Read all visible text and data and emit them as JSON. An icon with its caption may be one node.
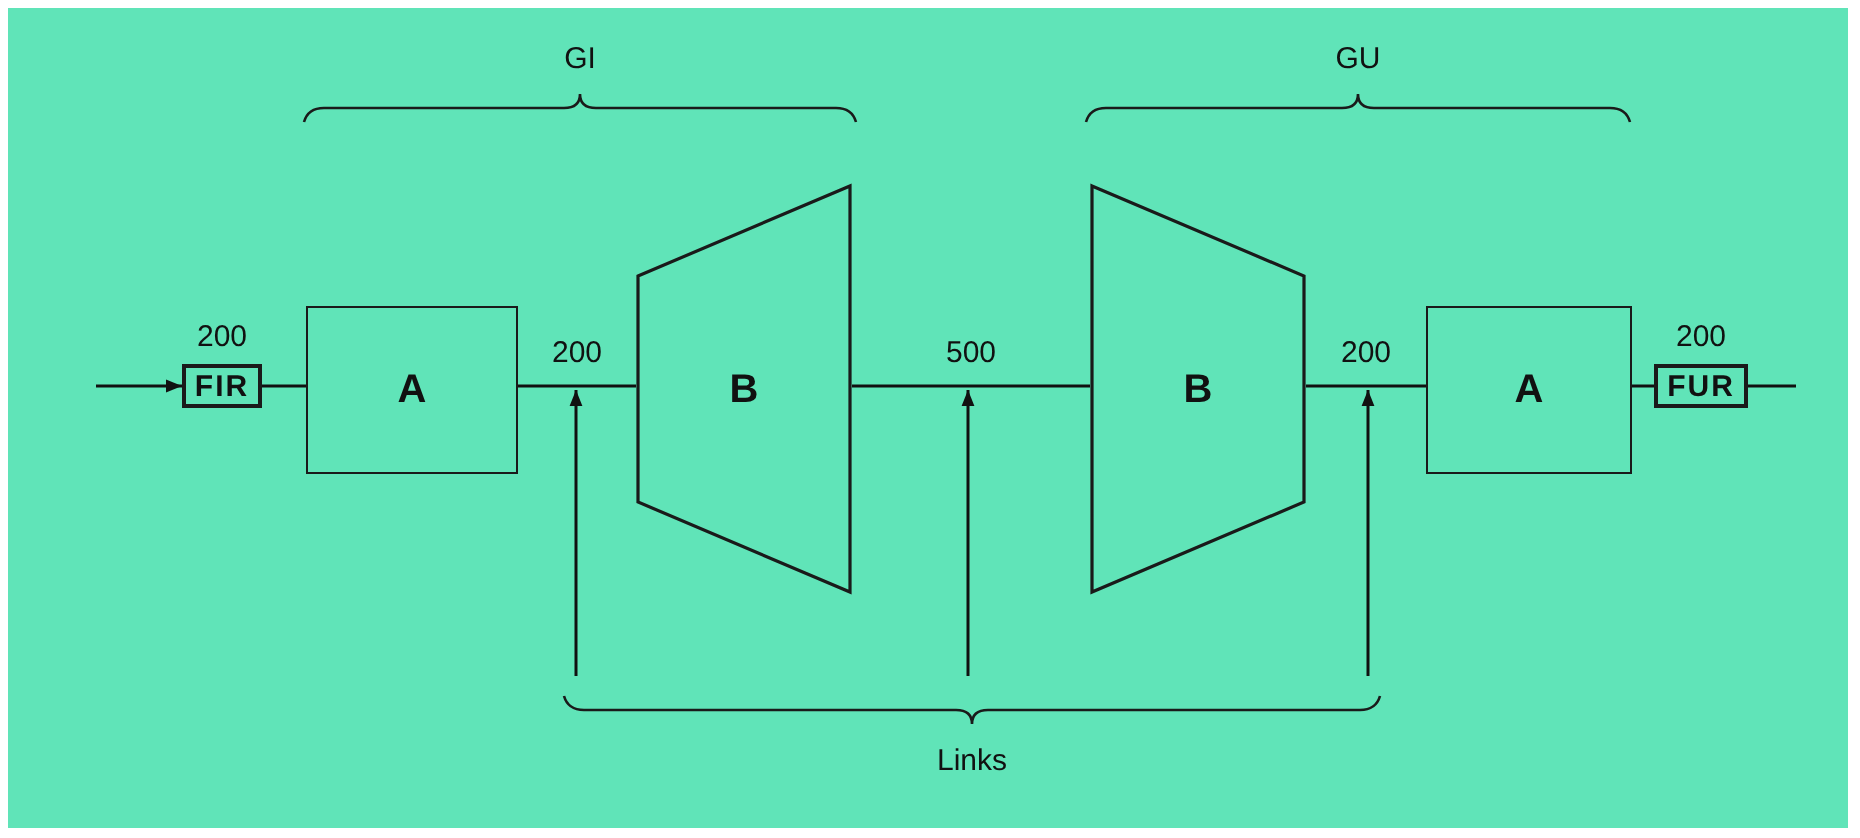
{
  "diagram": {
    "nodes": [
      {
        "text": [
          "FIR"
        ],
        "beside": [
          "200"
        ]
      },
      {
        "text": [
          "A"
        ]
      },
      {
        "text": [
          "B"
        ]
      },
      {
        "text": [
          "B"
        ]
      },
      {
        "text": [
          "A"
        ]
      },
      {
        "text": [
          "FUR"
        ],
        "beside": [
          "200"
        ]
      },
      {
        "text": [
          "Links"
        ]
      }
    ],
    "edges": [
      {
        "from": null,
        "to": 0,
        "arrow": "to"
      },
      {
        "from": 0,
        "to": 1,
        "arrow": "none"
      },
      {
        "from": 1,
        "to": 2,
        "arrow": "none",
        "label": "200"
      },
      {
        "from": 2,
        "to": 3,
        "arrow": "none",
        "label": "500"
      },
      {
        "from": 3,
        "to": 4,
        "arrow": "none",
        "label": "200"
      },
      {
        "from": 4,
        "to": 5,
        "arrow": "none"
      },
      {
        "from": 5,
        "to": null,
        "arrow": "none"
      },
      {
        "from": 6,
        "to": null,
        "arrow": "to"
      },
      {
        "from": 6,
        "to": null,
        "arrow": "to"
      },
      {
        "from": 6,
        "to": null,
        "arrow": "to"
      }
    ],
    "labels": [
      "GI",
      "GU"
    ]
  }
}
